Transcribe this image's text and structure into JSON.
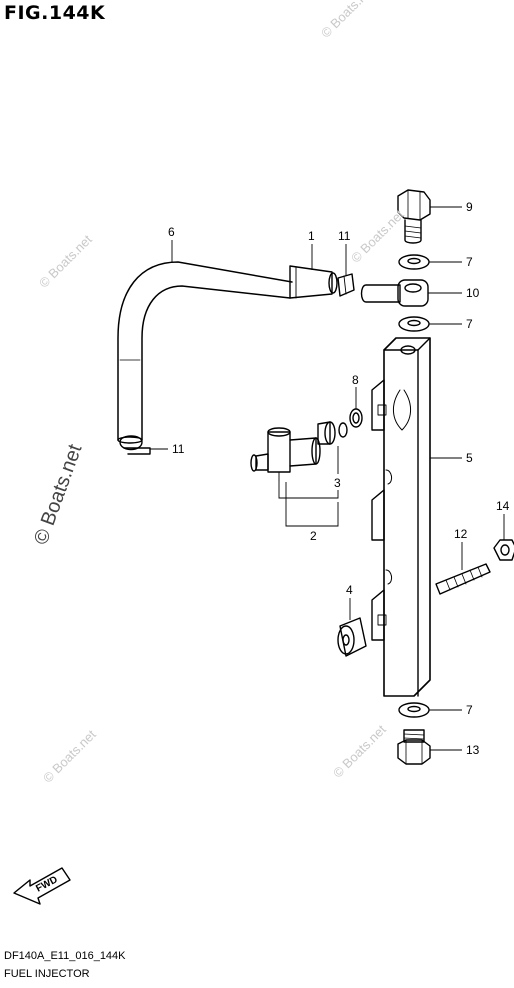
{
  "figure": {
    "title": "FIG.144K",
    "code": "DF140A_E11_016_144K",
    "name": "FUEL INJECTOR",
    "forward_label": "FWD"
  },
  "watermark": "© Boats.net",
  "callouts": [
    {
      "id": "9",
      "part": "bolt"
    },
    {
      "id": "7",
      "part": "washer-upper"
    },
    {
      "id": "10",
      "part": "union-fitting"
    },
    {
      "id": "7",
      "part": "washer-lower"
    },
    {
      "id": "6",
      "part": "fuel-hose"
    },
    {
      "id": "1",
      "part": "fuel-pipe"
    },
    {
      "id": "11",
      "part": "clip-upper"
    },
    {
      "id": "11",
      "part": "clip-lower"
    },
    {
      "id": "8",
      "part": "o-ring"
    },
    {
      "id": "3",
      "part": "seal-ring"
    },
    {
      "id": "2",
      "part": "injector"
    },
    {
      "id": "5",
      "part": "fuel-rail"
    },
    {
      "id": "14",
      "part": "nut"
    },
    {
      "id": "12",
      "part": "stud-bolt"
    },
    {
      "id": "4",
      "part": "grommet"
    },
    {
      "id": "7",
      "part": "washer-bottom"
    },
    {
      "id": "13",
      "part": "plug-bolt"
    }
  ]
}
